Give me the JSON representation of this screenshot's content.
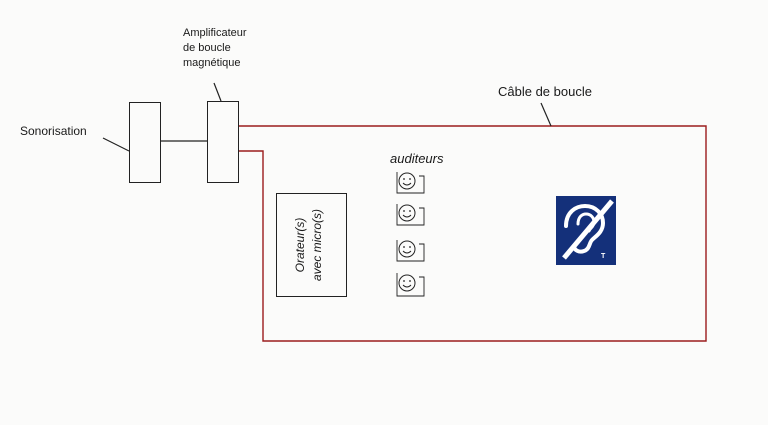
{
  "labels": {
    "sonorisation": "Sonorisation",
    "amplificateur_line1": "Amplificateur",
    "amplificateur_line2": "de boucle",
    "amplificateur_line3": "magnétique",
    "cable": "Câble de boucle",
    "auditeurs": "auditeurs",
    "orateur_line1": "Orateur(s)",
    "orateur_line2": "avec micro(s)"
  },
  "hearing_symbol": {
    "letter": "T",
    "icon": "hearing-loop-icon",
    "background": "#14307a"
  },
  "colors": {
    "loop_cable": "#9b1c1c",
    "line": "#222222"
  },
  "listeners_count": 4
}
